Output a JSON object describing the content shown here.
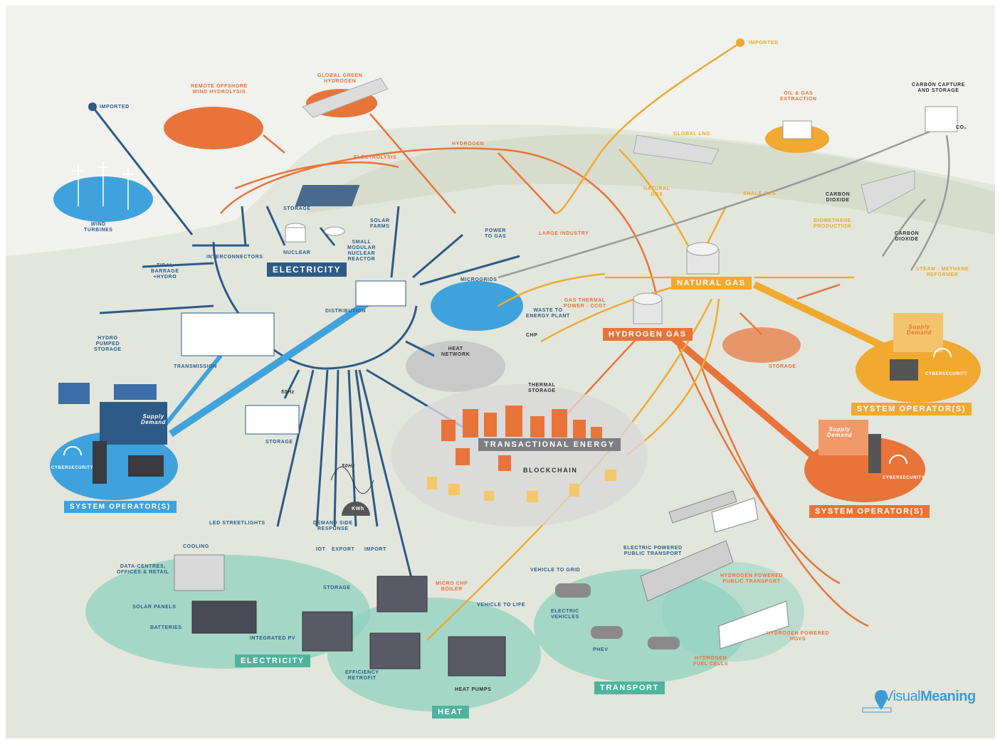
{
  "colors": {
    "electricity": "#3fa2dc",
    "electricity_dark": "#2d5a86",
    "natural_gas": "#f1a930",
    "hydrogen": "#e8743a",
    "carbon": "#9a9a9a",
    "demand_green": "#8fd1bf"
  },
  "banners": {
    "electricity_hub": "ELECTRICITY",
    "natural_gas": "NATURAL GAS",
    "hydrogen_gas": "HYDROGEN GAS",
    "transactional_energy": "TRANSACTIONAL ENERGY",
    "blockchain": "BLOCKCHAIN",
    "system_operator_blue": "SYSTEM OPERATOR(S)",
    "system_operator_yellow": "SYSTEM OPERATOR(S)",
    "system_operator_orange": "SYSTEM OPERATOR(S)",
    "electricity_demand": "ELECTRICITY",
    "heat": "HEAT",
    "transport": "TRANSPORT"
  },
  "labels": {
    "imported_left": "IMPORTED",
    "imported_top": "IMPORTED",
    "remote_offshore": "REMOTE OFFSHORE\nWIND HYDROLYSIS",
    "global_green_hydrogen": "GLOBAL GREEN\nHYDROGEN",
    "hydrogen_line": "HYDROGEN",
    "electrolysis": "ELECTROLYSIS",
    "wind_turbines": "WIND\nTURBINES",
    "tidal": "TIDAL\nBARRAGE\n+HYDRO",
    "hydro_pumped": "HYDRO\nPUMPED\nSTORAGE",
    "interconnectors": "INTERCONNECTORS",
    "nuclear": "NUCLEAR",
    "storage_top": "STORAGE",
    "small_modular": "SMALL\nMODULAR\nNUCLEAR\nREACTOR",
    "solar_farms": "SOLAR\nFARMS",
    "power_to_gas": "POWER\nTO GAS",
    "large_industry": "LARGE INDUSTRY",
    "global_lng": "GLOBAL LNG",
    "natural_gas_small": "NATURAL\nGAS",
    "oil_gas_extraction": "OIL & GAS\nEXTRACTION",
    "shale_gas": "SHALE GAS",
    "carbon_capture": "CARBON CAPTURE\nAND STORAGE",
    "co2": "CO₂",
    "carbon_dioxide_1": "CARBON\nDIOXIDE",
    "carbon_dioxide_2": "CARBON\nDIOXIDE",
    "biomethane": "BIOMETHANE\nPRODUCTION",
    "steam_methane": "STEAM - METHANE\nREFORMER",
    "gas_thermal": "GAS THERMAL\nPOWER - CCGT",
    "distribution": "DISTRIBUTION",
    "microgrids": "MICROGRIDS",
    "waste_to_energy": "WASTE TO\nENERGY PLANT",
    "chp": "CHP",
    "heat_network": "HEAT\nNETWORK",
    "thermal_storage": "THERMAL\nSTORAGE",
    "transmission": "TRANSMISSION",
    "storage_mid": "STORAGE",
    "storage_gas": "STORAGE",
    "freq_1": "50Hz",
    "freq_2": "50Hz",
    "kwh": "KWh",
    "cybersecurity_blue": "CYBERSECURITY",
    "cybersecurity_yellow": "CYBERSECURITY",
    "cybersecurity_orange": "CYBERSECURITY",
    "supply_demand_1": "Supply\nDemand",
    "supply_demand_2": "Supply\nDemand",
    "supply_demand_3": "Supply\nDemand",
    "led_streetlights": "LED STREETLIGHTS",
    "demand_side": "DEMAND SIDE\nRESPONSE",
    "cooling": "COOLING",
    "data_centres": "DATA-CENTRES,\nOFFICES & RETAIL",
    "iot": "IOT",
    "export": "EXPORT",
    "import": "IMPORT",
    "storage_home": "STORAGE",
    "micro_chp": "MICRO CHP\nBOILER",
    "solar_panels": "SOLAR PANELS",
    "batteries": "BATTERIES",
    "integrated_pv": "INTEGRATED PV",
    "vehicle_to_life": "VEHICLE TO LIFE",
    "vehicle_to_grid": "VEHICLE TO GRID",
    "electric_vehicles": "ELECTRIC\nVEHICLES",
    "electric_public": "ELECTRIC POWERED\nPUBLIC TRANSPORT",
    "hydrogen_public": "HYDROGEN POWERED\nPUBLIC TRANSPORT",
    "hydrogen_hgvs": "HYDROGEN POWERED\nHGVS",
    "phev": "PHEV",
    "hydrogen_fuel_cells": "HYDROGEN\nFUEL CELLS",
    "efficiency_retrofit": "EFFICIENCY\nRETROFIT",
    "heat_pumps": "HEAT PUMPS"
  },
  "logo": {
    "text_a": "Visual",
    "text_b": "Meaning"
  },
  "icons": [
    "wind-turbine-icon",
    "solar-panel-icon",
    "nuclear-plant-icon",
    "gas-tank-icon",
    "ship-icon",
    "oil-rig-icon",
    "house-icon",
    "car-icon",
    "train-icon",
    "truck-icon",
    "wifi-lock-icon",
    "operator-desk-icon",
    "weather-icon",
    "world-map-icon",
    "logo-pin-icon"
  ]
}
